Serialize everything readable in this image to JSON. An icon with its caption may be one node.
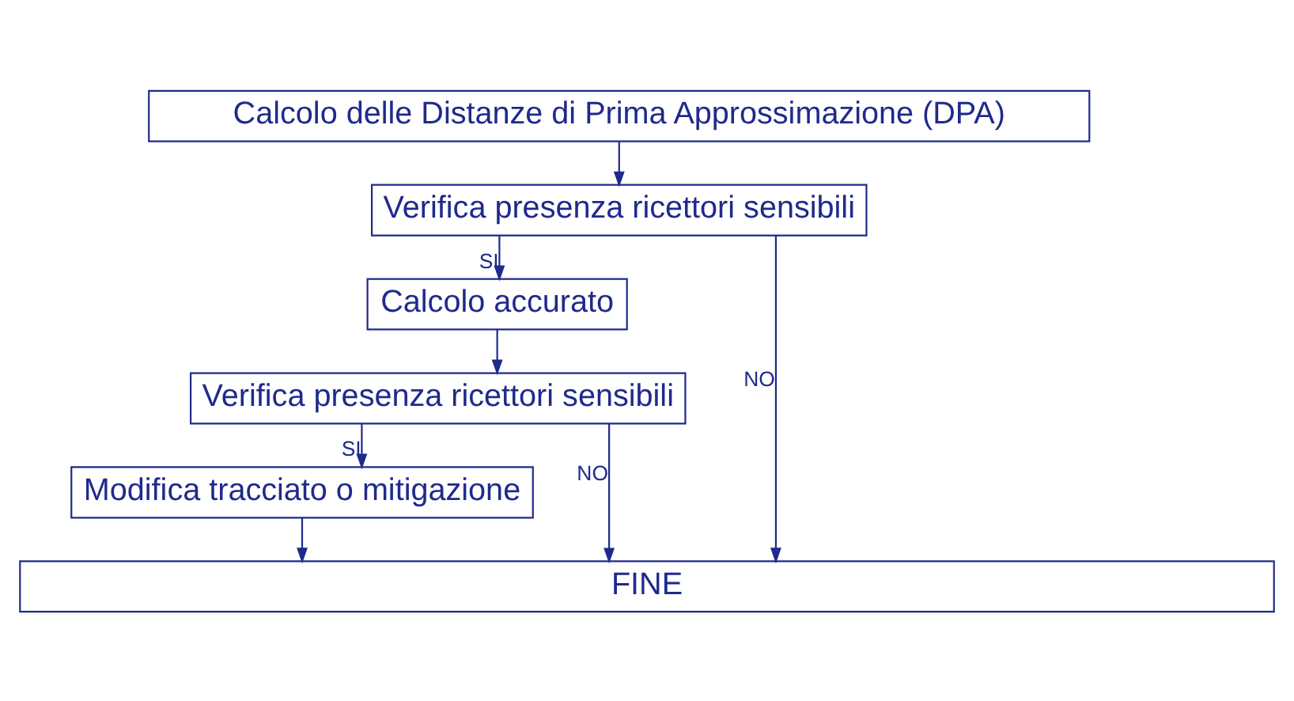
{
  "diagram": {
    "nodes": [
      {
        "text": [
          "Calcolo delle Distanze di Prima Approssimazione (DPA)"
        ]
      },
      {
        "text": [
          "Verifica presenza ricettori sensibili"
        ]
      },
      {
        "text": [
          "Calcolo accurato"
        ]
      },
      {
        "text": [
          "Verifica presenza ricettori sensibili"
        ]
      },
      {
        "text": [
          "Modifica tracciato o mitigazione"
        ]
      },
      {
        "text": [
          "FINE"
        ]
      }
    ],
    "edges": [
      {
        "from": 0,
        "to": 1,
        "arrow": "to"
      },
      {
        "from": 1,
        "to": 2,
        "arrow": "to",
        "label": "SI"
      },
      {
        "from": 1,
        "to": 5,
        "arrow": "to",
        "label": "NO"
      },
      {
        "from": 2,
        "to": 3,
        "arrow": "to"
      },
      {
        "from": 3,
        "to": 4,
        "arrow": "to",
        "label": "SI"
      },
      {
        "from": 3,
        "to": 5,
        "arrow": "to",
        "label": "NO"
      },
      {
        "from": 4,
        "to": 5,
        "arrow": "to"
      }
    ]
  }
}
